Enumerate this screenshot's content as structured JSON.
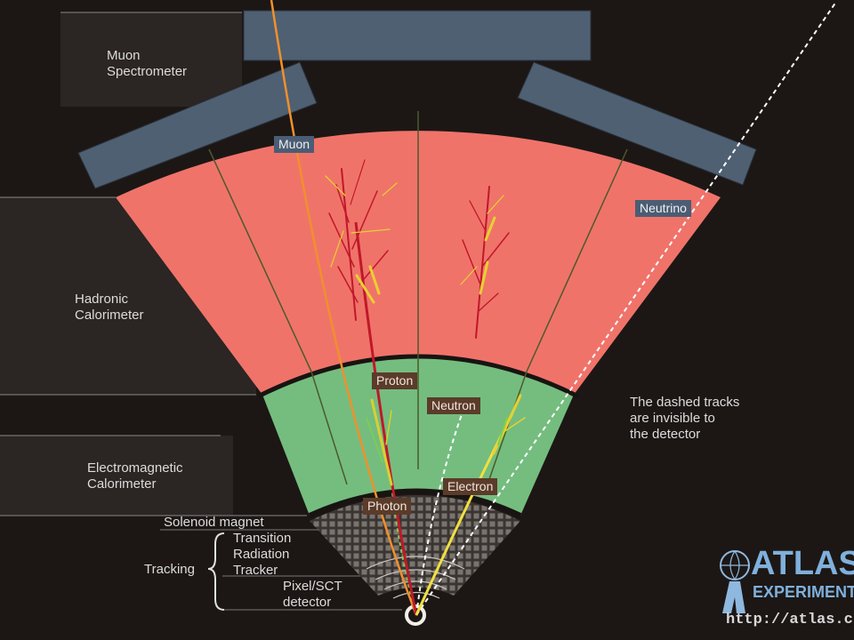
{
  "labels": {
    "muon_spectrometer": "Muon\nSpectrometer",
    "hadronic_calorimeter": "Hadronic\nCalorimeter",
    "em_calorimeter": "Electromagnetic\nCalorimeter",
    "solenoid_magnet": "Solenoid magnet",
    "trt": "Transition\nRadiation\nTracker",
    "tracking": "Tracking",
    "pixel_sct": "Pixel/SCT\ndetector",
    "dashed_note": "The dashed tracks\nare invisible to\nthe detector"
  },
  "particles": {
    "muon": "Muon",
    "neutrino": "Neutrino",
    "proton": "Proton",
    "neutron": "Neutron",
    "electron": "Electron",
    "photon": "Photon"
  },
  "logo": {
    "name": "ATLAS",
    "subtitle": "EXPERIMENT",
    "url": "http://atlas.ch"
  },
  "colors": {
    "background": "#1c1715",
    "hadronic": "#f0736a",
    "em": "#74bd7f",
    "muon_chamber": "#4f6073",
    "muon_track": "#f0902c",
    "proton_track": "#c0182a",
    "electron_track": "#f0e040",
    "photon_track": "#7ed04a"
  }
}
